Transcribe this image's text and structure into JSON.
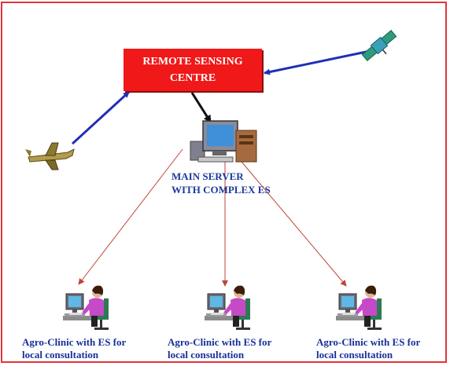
{
  "remote_sensing_centre": {
    "line1": "REMOTE SENSING",
    "line2": "CENTRE"
  },
  "main_server": {
    "line1": "MAIN SERVER",
    "line2": "WITH COMPLEX ES"
  },
  "clinics": [
    {
      "line1": "Agro-Clinic with ES for",
      "line2": "local consultation"
    },
    {
      "line1": "Agro-Clinic with ES for",
      "line2": "local consultation"
    },
    {
      "line1": "Agro-Clinic with ES for",
      "line2": "local consultation"
    }
  ],
  "colors": {
    "frame": "#e0363a",
    "centre_box": "#f01818",
    "uplink_arrow": "#1f2fb8",
    "server_arrow": "#111111",
    "clinic_arrow": "#c0453a",
    "label_text": "#1c3a9c"
  },
  "icons": [
    "satellite-icon",
    "aircraft-icon",
    "server-computer-icon",
    "clinic-user-icon"
  ]
}
